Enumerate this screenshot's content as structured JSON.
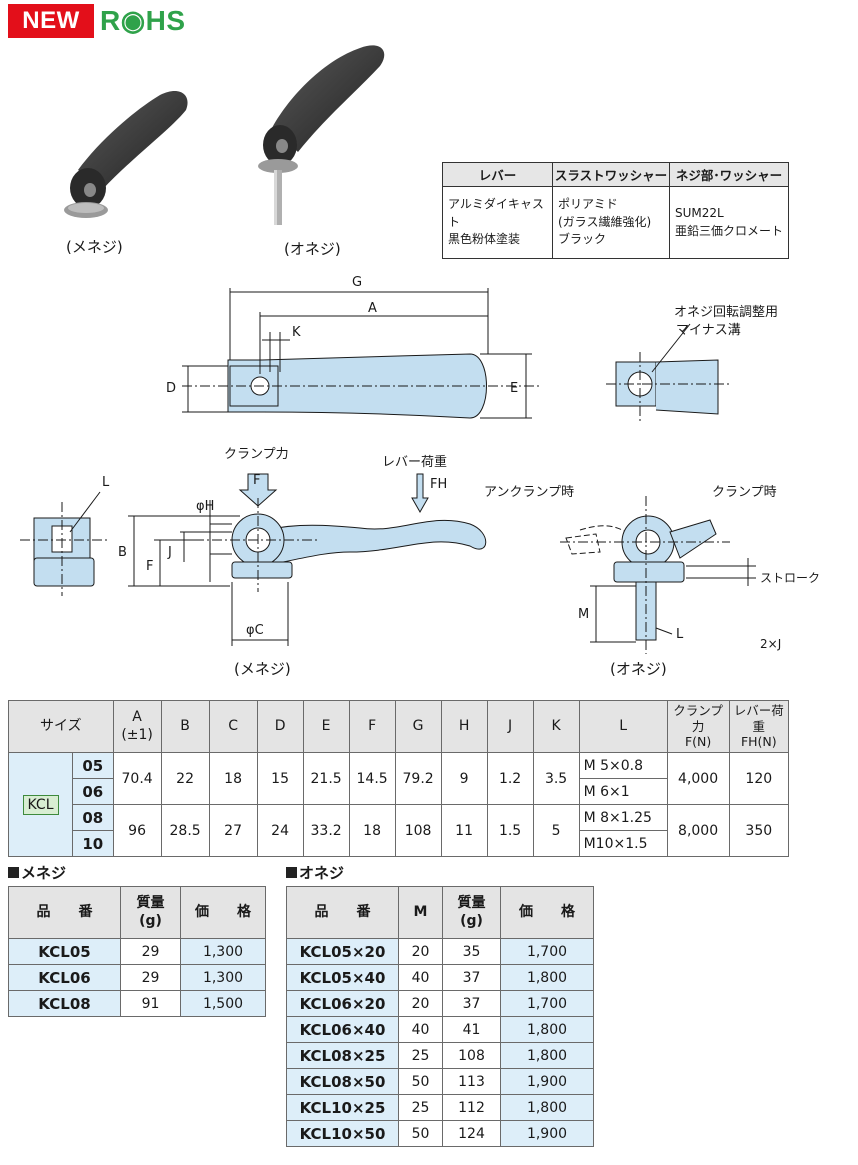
{
  "badges": {
    "new": "NEW",
    "rohs": "R◉HS"
  },
  "photos": {
    "female_caption": "(メネジ)",
    "male_caption": "(オネジ)"
  },
  "materials": {
    "headers": [
      "レバー",
      "スラストワッシャー",
      "ネジ部･ワッシャー"
    ],
    "cells": [
      "アルミダイキャスト\n黒色粉体塗装",
      "ポリアミド\n(ガラス繊維強化)\nブラック",
      "SUM22L\n亜鉛三価クロメート"
    ]
  },
  "drawing_labels": {
    "G": "G",
    "A": "A",
    "K": "K",
    "D": "D",
    "E": "E",
    "slot_note_1": "オネジ回転調整用",
    "slot_note_2": "マイナス溝",
    "clamp_force": "クランプ力",
    "F_arrow": "F",
    "lever_load": "レバー荷重",
    "FH": "FH",
    "L": "L",
    "phiH": "φH",
    "B": "B",
    "F": "F",
    "J": "J",
    "phiC": "φC",
    "unclamp": "アンクランプ時",
    "clamp": "クランプ時",
    "M": "M",
    "stroke": "ストローク",
    "twoJ": "2×J",
    "female": "(メネジ)",
    "male": "(オネジ)"
  },
  "spec_table": {
    "headers": [
      "サイズ",
      "A\n(±1)",
      "B",
      "C",
      "D",
      "E",
      "F",
      "G",
      "H",
      "J",
      "K",
      "L",
      "クランプ力\nF(N)",
      "レバー荷重\nFH(N)"
    ],
    "series": "KCL",
    "groups": [
      {
        "sizes": [
          "05",
          "06"
        ],
        "A": "70.4",
        "B": "22",
        "C": "18",
        "D": "15",
        "E": "21.5",
        "F": "14.5",
        "G": "79.2",
        "H": "9",
        "J": "1.2",
        "K": "3.5",
        "L": [
          "M 5×0.8",
          "M 6×1"
        ],
        "force": "4,000",
        "load": "120"
      },
      {
        "sizes": [
          "08",
          "10"
        ],
        "A": "96",
        "B": "28.5",
        "C": "27",
        "D": "24",
        "E": "33.2",
        "F": "18",
        "G": "108",
        "H": "11",
        "J": "1.5",
        "K": "5",
        "L": [
          "M 8×1.25",
          "M10×1.5"
        ],
        "force": "8,000",
        "load": "350"
      }
    ]
  },
  "female_table": {
    "title": "メネジ",
    "headers": [
      "品　　番",
      "質量\n(g)",
      "価　　格"
    ],
    "rows": [
      [
        "KCL05",
        "29",
        "1,300"
      ],
      [
        "KCL06",
        "29",
        "1,300"
      ],
      [
        "KCL08",
        "91",
        "1,500"
      ]
    ]
  },
  "male_table": {
    "title": "オネジ",
    "headers": [
      "品　　番",
      "M",
      "質量\n(g)",
      "価　　格"
    ],
    "rows": [
      [
        "KCL05×20",
        "20",
        "35",
        "1,700"
      ],
      [
        "KCL05×40",
        "40",
        "37",
        "1,800"
      ],
      [
        "KCL06×20",
        "20",
        "37",
        "1,700"
      ],
      [
        "KCL06×40",
        "40",
        "41",
        "1,800"
      ],
      [
        "KCL08×25",
        "25",
        "108",
        "1,800"
      ],
      [
        "KCL08×50",
        "50",
        "113",
        "1,900"
      ],
      [
        "KCL10×25",
        "25",
        "112",
        "1,800"
      ],
      [
        "KCL10×50",
        "50",
        "124",
        "1,900"
      ]
    ]
  }
}
